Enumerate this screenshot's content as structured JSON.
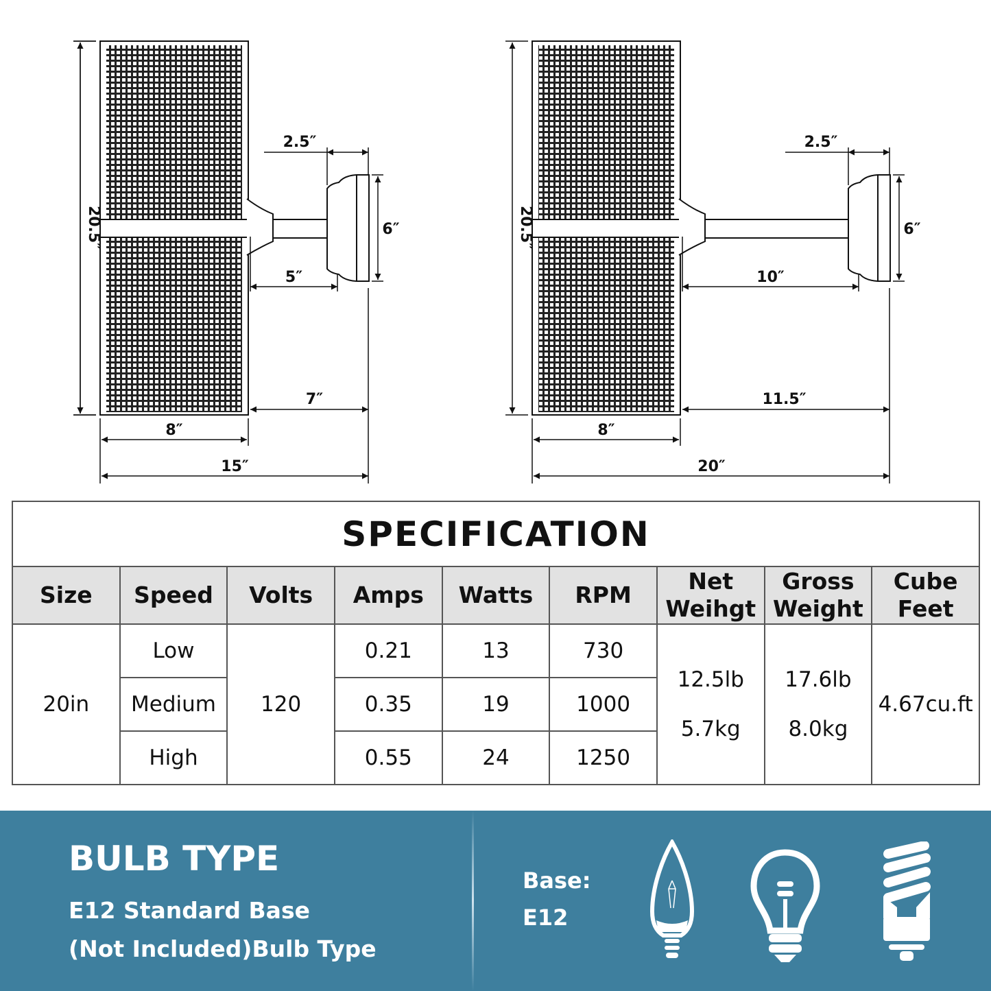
{
  "diagrams": [
    {
      "height": "20.5″",
      "canopy_depth": "2.5″",
      "canopy_height": "6″",
      "arm": "5″",
      "extension": "7″",
      "width": "8″",
      "total": "15″"
    },
    {
      "height": "20.5″",
      "canopy_depth": "2.5″",
      "canopy_height": "6″",
      "arm": "10″",
      "extension": "11.5″",
      "width": "8″",
      "total": "20″"
    }
  ],
  "spec": {
    "title": "SPECIFICATION",
    "headers": [
      "Size",
      "Speed",
      "Volts",
      "Amps",
      "Watts",
      "RPM",
      "Net Weihgt",
      "Gross Weight",
      "Cube Feet"
    ],
    "size": "20in",
    "volts": "120",
    "rows": [
      {
        "speed": "Low",
        "amps": "0.21",
        "watts": "13",
        "rpm": "730"
      },
      {
        "speed": "Medium",
        "amps": "0.35",
        "watts": "19",
        "rpm": "1000"
      },
      {
        "speed": "High",
        "amps": "0.55",
        "watts": "24",
        "rpm": "1250"
      }
    ],
    "net_weight": [
      "12.5lb",
      "5.7kg"
    ],
    "gross_weight": [
      "17.6lb",
      "8.0kg"
    ],
    "cube_feet": "4.67cu.ft"
  },
  "bulb": {
    "title": "BULB TYPE",
    "line1": "E12 Standard Base",
    "line2": "(Not Included)Bulb Type",
    "base_label": "Base:",
    "base_value": "E12",
    "icons": [
      "candle-bulb-icon",
      "incandescent-bulb-icon",
      "cfl-spiral-bulb-icon"
    ],
    "color": "#3e7f9e"
  }
}
